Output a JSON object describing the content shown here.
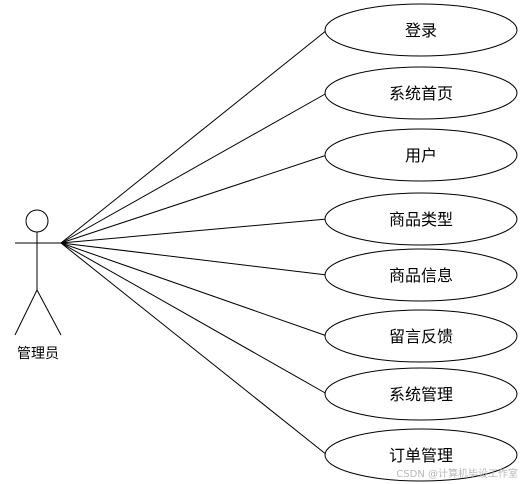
{
  "actor": {
    "label": "管理员"
  },
  "use_cases": [
    {
      "label": "登录"
    },
    {
      "label": "系统首页"
    },
    {
      "label": "用户"
    },
    {
      "label": "商品类型"
    },
    {
      "label": "商品信息"
    },
    {
      "label": "留言反馈"
    },
    {
      "label": "系统管理"
    },
    {
      "label": "订单管理"
    }
  ],
  "watermark": "CSDN @计算机毕设工作室",
  "colors": {
    "stroke": "#000000",
    "background": "#ffffff"
  }
}
